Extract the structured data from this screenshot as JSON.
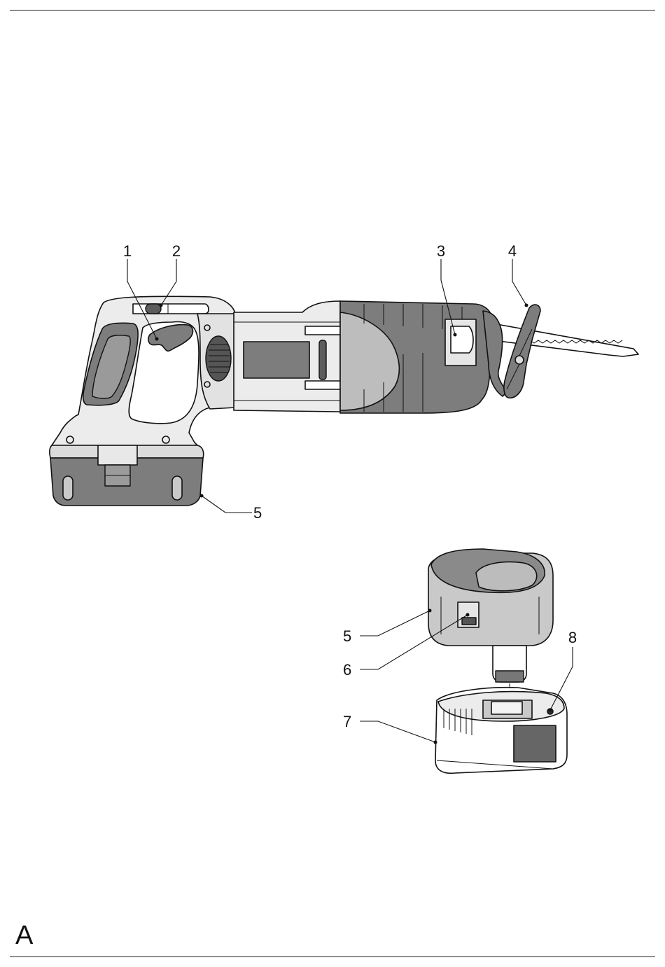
{
  "figure": {
    "letter": "A"
  },
  "callouts": [
    "1",
    "2",
    "3",
    "4",
    "5",
    "5",
    "6",
    "7",
    "8"
  ],
  "parts": {
    "saw": [
      "trigger-switch",
      "lock-off-button",
      "blade-clamp",
      "shoe",
      "battery-pack"
    ],
    "charger": [
      "battery-pack",
      "battery-release-button",
      "charger",
      "charging-indicator"
    ]
  },
  "colors": {
    "ink": "#111111",
    "body_light": "#ececec",
    "body_mid": "#c9c9c9",
    "grip_dark": "#7d7d7d"
  }
}
